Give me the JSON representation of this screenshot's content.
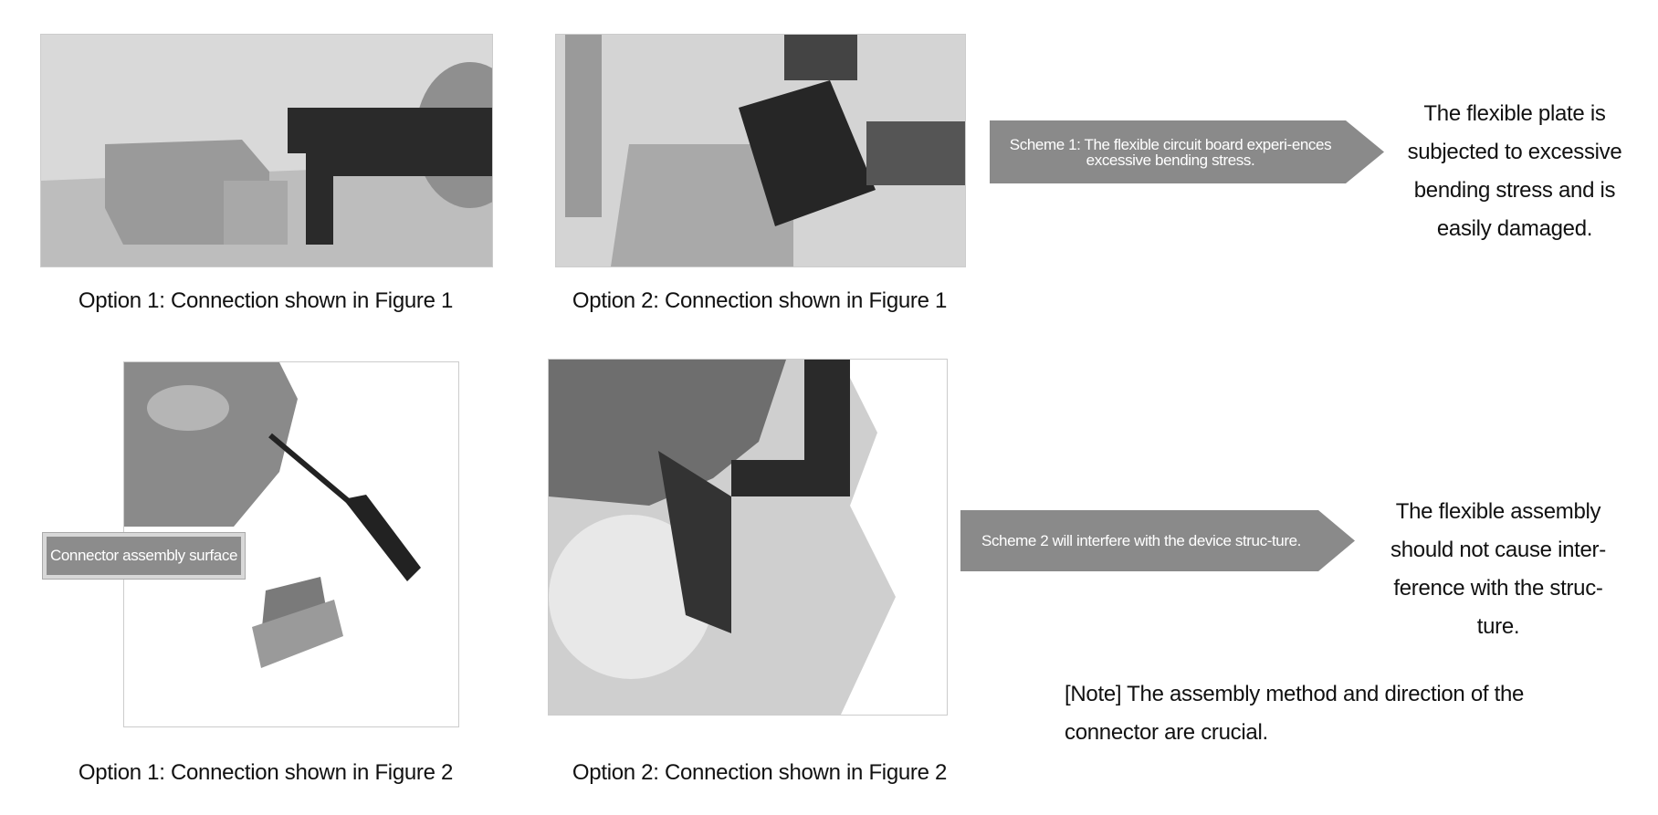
{
  "row1": {
    "caption_left": "Option 1: Connection shown in Figure 1",
    "caption_right": "Option  2: Connection shown in Figure 1",
    "arrow_text": "Scheme 1: The flexible circuit board experi-ences excessive bending stress.",
    "side_text": "The flexible plate is subjected to excessive bending stress and is easily damaged."
  },
  "row2": {
    "caption_left": "Option 1: Connection shown in Figure 2",
    "caption_right": "Option  2: Connection shown in Figure 2",
    "label": "Connector assembly surface",
    "arrow_text": "Scheme 2 will interfere with the device struc-ture.",
    "side_text": "The flexible assembly should not cause inter-ference with the struc-ture.",
    "note": "[Note] The assembly method and direction of the connector are crucial."
  },
  "colors": {
    "arrow_fill": "#8a8a8a",
    "dark_flex": "#2a2a2a"
  }
}
